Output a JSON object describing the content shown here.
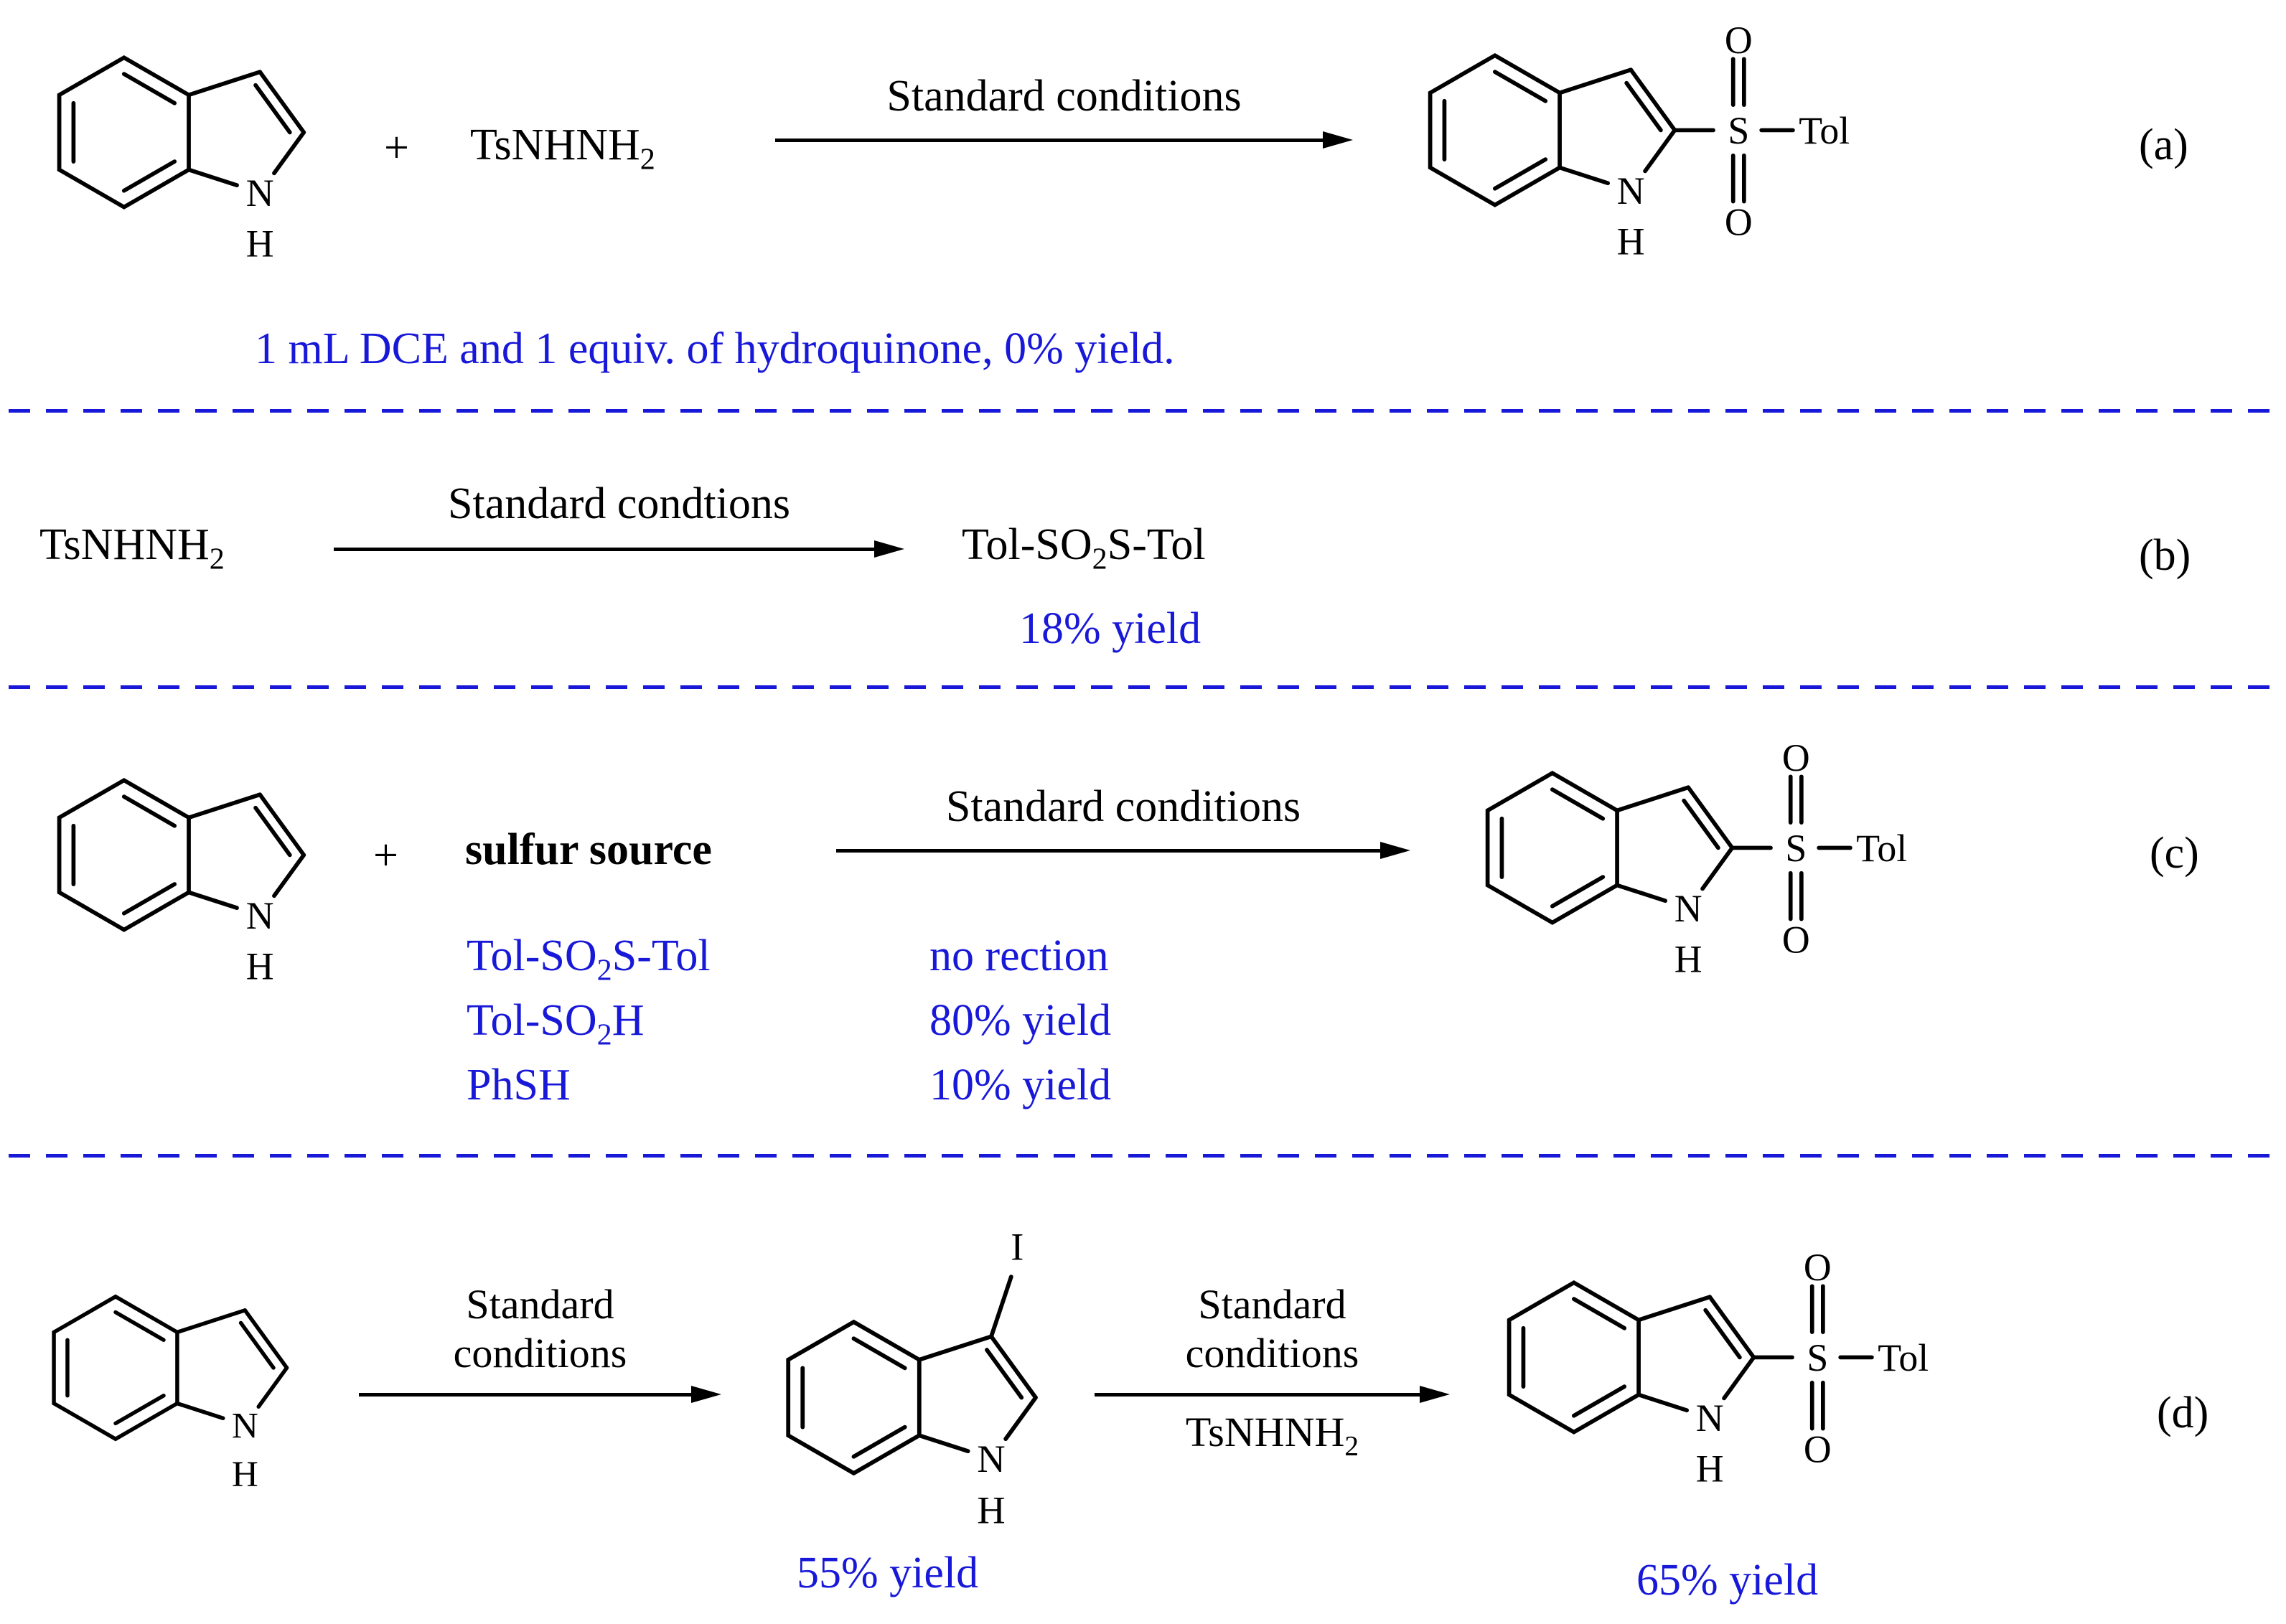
{
  "colors": {
    "blue": "#1818d8",
    "black": "#000000"
  },
  "atoms": {
    "N": "N",
    "H": "H",
    "O": "O",
    "S": "S",
    "Tol": "Tol",
    "I": "I"
  },
  "rxn_a": {
    "plus": "+",
    "reagent_base": "TsNHNH",
    "reagent_sub": "2",
    "arrow_label": "Standard conditions",
    "label": "(a)",
    "note": "1 mL DCE and 1 equiv. of hydroquinone, 0% yield."
  },
  "rxn_b": {
    "reactant_base": "TsNHNH",
    "reactant_sub": "2",
    "arrow_label": "Standard condtions",
    "product_base": "Tol-SO",
    "product_sub": "2",
    "product_rest": "S-Tol",
    "yield": "18% yield",
    "label": "(b)"
  },
  "rxn_c": {
    "plus": "+",
    "reagent": "sulfur source",
    "arrow_label": "Standard conditions",
    "label": "(c)",
    "entries": [
      {
        "pre": "Tol-SO",
        "sub": "2",
        "post": "S-Tol",
        "result": "no rection"
      },
      {
        "pre": "Tol-SO",
        "sub": "2",
        "post": "H",
        "result": "80% yield"
      },
      {
        "pre": "PhSH",
        "sub": "",
        "post": "",
        "result": "10% yield"
      }
    ]
  },
  "rxn_d": {
    "arrow1_top": "Standard",
    "arrow1_bottom": "conditions",
    "intermediate_yield": "55% yield",
    "arrow2_top": "Standard",
    "arrow2_bottom": "conditions",
    "arrow2_reagent_base": "TsNHNH",
    "arrow2_reagent_sub": "2",
    "product_yield": "65% yield",
    "label": "(d)"
  }
}
